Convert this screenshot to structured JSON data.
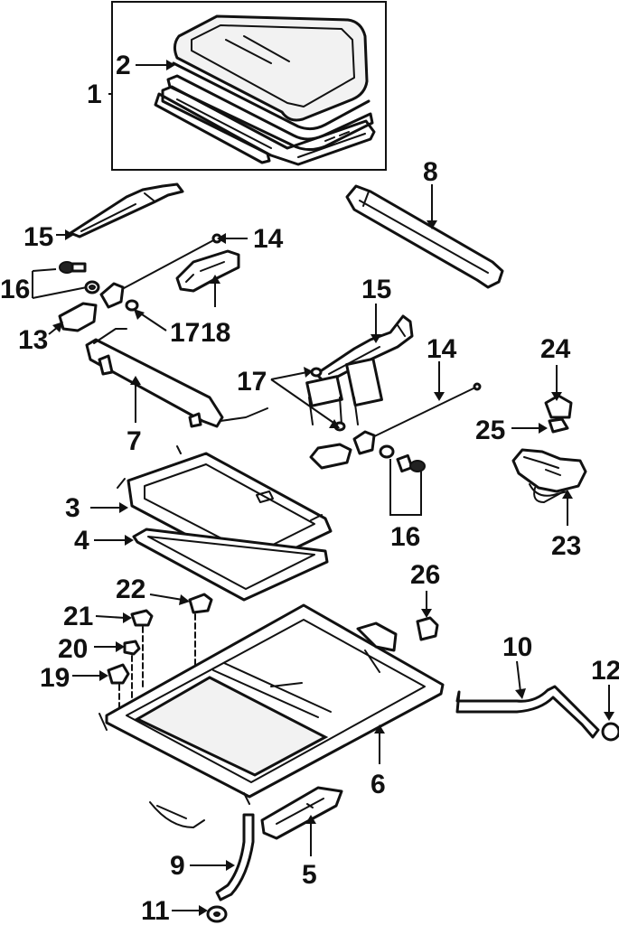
{
  "callouts": [
    {
      "id": "c1",
      "label": "1"
    },
    {
      "id": "c2",
      "label": "2"
    },
    {
      "id": "c3",
      "label": "3"
    },
    {
      "id": "c4",
      "label": "4"
    },
    {
      "id": "c5",
      "label": "5"
    },
    {
      "id": "c6",
      "label": "6"
    },
    {
      "id": "c7",
      "label": "7"
    },
    {
      "id": "c8",
      "label": "8"
    },
    {
      "id": "c9",
      "label": "9"
    },
    {
      "id": "c10",
      "label": "10"
    },
    {
      "id": "c11",
      "label": "11"
    },
    {
      "id": "c12",
      "label": "12"
    },
    {
      "id": "c13",
      "label": "13"
    },
    {
      "id": "c14a",
      "label": "14"
    },
    {
      "id": "c14b",
      "label": "14"
    },
    {
      "id": "c15a",
      "label": "15"
    },
    {
      "id": "c15b",
      "label": "15"
    },
    {
      "id": "c16a",
      "label": "16"
    },
    {
      "id": "c16b",
      "label": "16"
    },
    {
      "id": "c17a",
      "label": "17"
    },
    {
      "id": "c17b",
      "label": "17"
    },
    {
      "id": "c18",
      "label": "18"
    },
    {
      "id": "c19",
      "label": "19"
    },
    {
      "id": "c20",
      "label": "20"
    },
    {
      "id": "c21",
      "label": "21"
    },
    {
      "id": "c22",
      "label": "22"
    },
    {
      "id": "c23",
      "label": "23"
    },
    {
      "id": "c24",
      "label": "24"
    },
    {
      "id": "c25",
      "label": "25"
    },
    {
      "id": "c26",
      "label": "26"
    }
  ]
}
